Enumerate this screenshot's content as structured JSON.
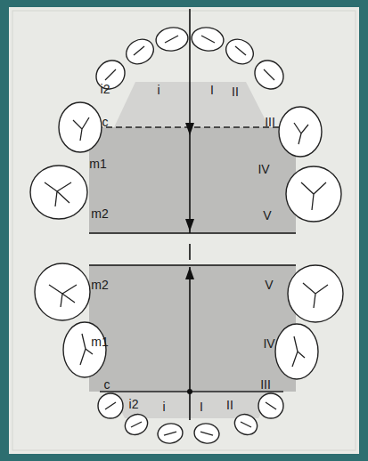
{
  "diagram": {
    "labels": [
      "i2",
      "i",
      "I",
      "II",
      "c",
      "III",
      "m1",
      "IV",
      "m2",
      "V",
      "m2",
      "V",
      "m1",
      "IV",
      "c",
      "III",
      "i2",
      "i",
      "I",
      "II"
    ]
  }
}
